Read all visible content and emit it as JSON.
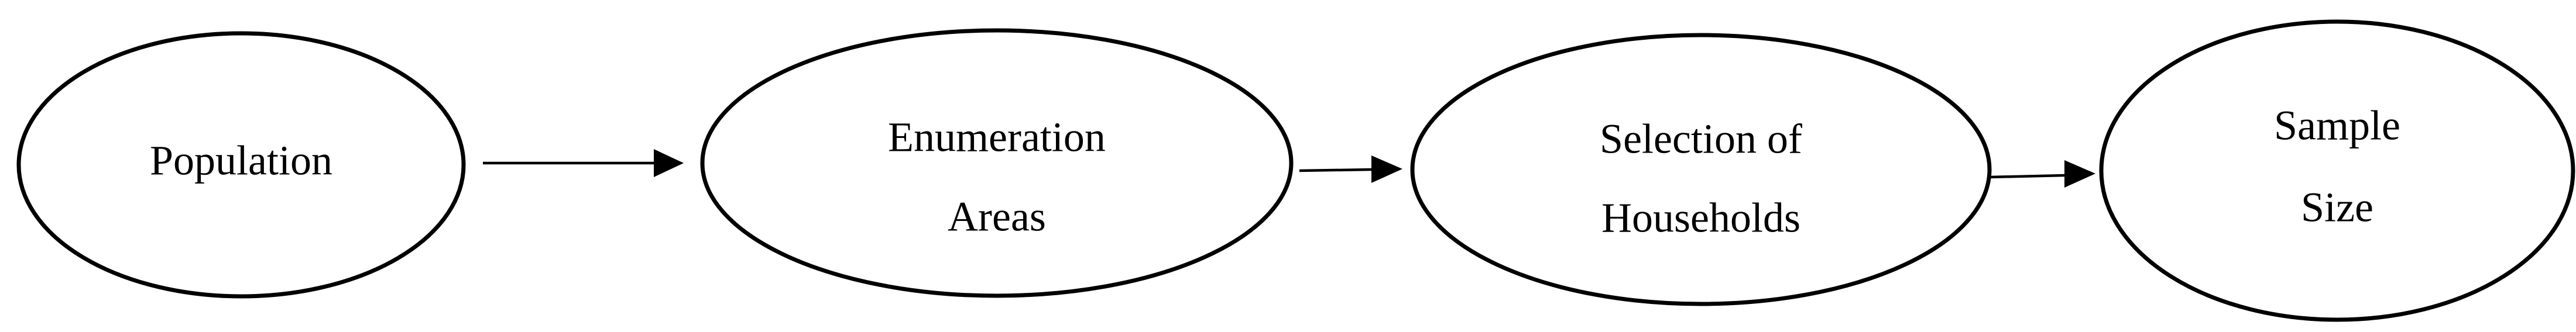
{
  "diagram": {
    "nodes": [
      {
        "id": "population",
        "lines": [
          "Population"
        ]
      },
      {
        "id": "enumeration-areas",
        "lines": [
          "Enumeration",
          "Areas"
        ]
      },
      {
        "id": "selection-of-households",
        "lines": [
          "Selection of",
          "Households"
        ]
      },
      {
        "id": "sample-size",
        "lines": [
          "Sample",
          "Size"
        ]
      }
    ],
    "edges": [
      {
        "from": "population",
        "to": "enumeration-areas"
      },
      {
        "from": "enumeration-areas",
        "to": "selection-of-households"
      },
      {
        "from": "selection-of-households",
        "to": "sample-size"
      }
    ],
    "colors": {
      "stroke": "#000000",
      "fill": "#ffffff",
      "text": "#000000"
    }
  }
}
